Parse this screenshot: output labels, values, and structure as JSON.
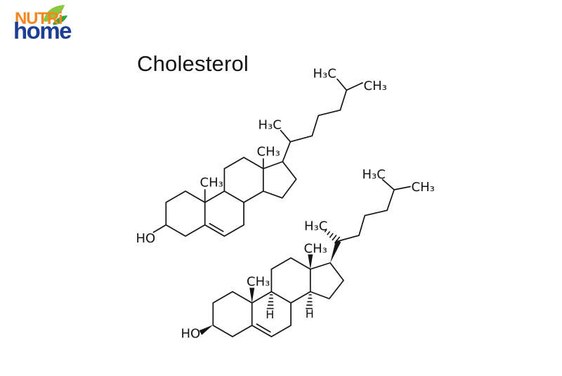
{
  "logo": {
    "brand_top": "NUTRi",
    "brand_bottom": "home",
    "brand_top_color": "#F6861F",
    "brand_bottom_color": "#1C3F94",
    "leaf_light_color": "#8DC63F",
    "leaf_dark_color": "#33A63C"
  },
  "title": "Cholesterol",
  "molecules": {
    "plain": {
      "labels": {
        "hydroxyl": "HO",
        "methyl_c10": "CH₃",
        "methyl_c13": "CH₃",
        "methyl_c21": "H₃C",
        "methyl_c26": "H₃C",
        "methyl_c27": "CH₃"
      }
    },
    "stereo": {
      "labels": {
        "hydroxyl": "HO",
        "methyl_c10": "CH₃",
        "methyl_c13": "CH₃",
        "methyl_c21": "H₃C",
        "methyl_c26": "H₃C",
        "methyl_c27": "CH₃",
        "hydrogen_c9": "H",
        "hydrogen_c14": "H"
      }
    }
  }
}
